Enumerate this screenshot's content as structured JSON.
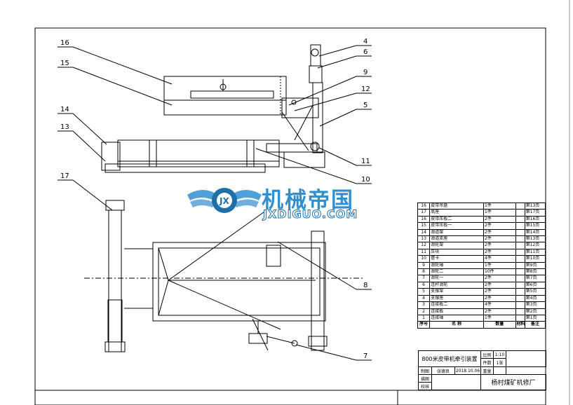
{
  "callouts": [
    "16",
    "15",
    "14",
    "13",
    "17",
    "4",
    "6",
    "9",
    "12",
    "5",
    "11",
    "10",
    "8",
    "7"
  ],
  "watermark": {
    "chinese": "机械帝国",
    "domain": "JXDIGUO.COM"
  },
  "parts_table": {
    "rows": [
      [
        "16",
        "皮带吊盘",
        "1件",
        "第13页"
      ],
      [
        "17",
        "底座",
        "1件",
        "第17页"
      ],
      [
        "16",
        "皮带压板二",
        "2件",
        "第16页"
      ],
      [
        "15",
        "皮带压板一",
        "2件",
        "第15页"
      ],
      [
        "14",
        "滑道架",
        "2件",
        "第14页"
      ],
      [
        "13",
        "滑道支座",
        "2件",
        "第13页"
      ],
      [
        "12",
        "滑轮架",
        "2件",
        "第12页"
      ],
      [
        "11",
        "压块",
        "2件",
        "第11页"
      ],
      [
        "10",
        "管卡",
        "4件",
        "第10页"
      ],
      [
        "9",
        "滑轮轴",
        "1件",
        "第9页"
      ],
      [
        "8",
        "滑轮二",
        "10件",
        "第8页"
      ],
      [
        "7",
        "滑轮一",
        "2件",
        "第7页"
      ],
      [
        "6",
        "连杆滑轮",
        "2件",
        "第6页"
      ],
      [
        "5",
        "支撑架",
        "2件",
        "第5页"
      ],
      [
        "4",
        "支撑座",
        "2件",
        "第4页"
      ],
      [
        "3",
        "连接板二",
        "4件",
        "第3页"
      ],
      [
        "2",
        "连接板",
        "2件",
        "第2页"
      ],
      [
        "1",
        "连接轴",
        "1件",
        "第1页"
      ]
    ],
    "header": [
      "序号",
      "名 称",
      "数量",
      "材料",
      "备注"
    ]
  },
  "title_block": {
    "title": "800米皮带机牵引装置",
    "scale_label": "比例",
    "scale_value": "1:10",
    "count_label": "件数",
    "count_value": "1张",
    "designer_label": "制图",
    "designer": "张德良",
    "date": "2018.10.06",
    "weight_label": "重量",
    "drawn_label": "描图",
    "checked_label": "校核",
    "company": "杨村煤矿机修厂"
  }
}
